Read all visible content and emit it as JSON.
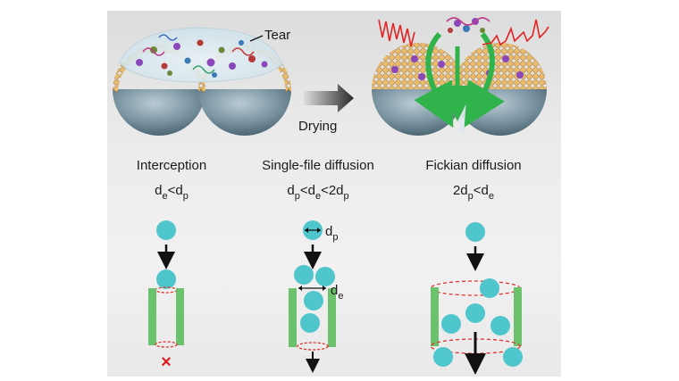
{
  "top": {
    "tear_label": "Tear",
    "drying_label": "Drying"
  },
  "mechanisms": [
    {
      "title": "Interception",
      "condition": {
        "a": "d",
        "a_sub": "e",
        "op1": "<",
        "b": "d",
        "b_sub": "p"
      }
    },
    {
      "title": "Single-file diffusion",
      "condition": {
        "a": "d",
        "a_sub": "p",
        "op1": "<",
        "b": "d",
        "b_sub": "e",
        "op2": "<",
        "c": "2d",
        "c_sub": "p"
      },
      "annotations": {
        "particle": "d",
        "particle_sub": "p",
        "pore": "d",
        "pore_sub": "e"
      }
    },
    {
      "title": "Fickian diffusion",
      "condition": {
        "a": "2d",
        "a_sub": "p",
        "op1": "<",
        "b": "d",
        "b_sub": "e"
      }
    }
  ],
  "block_symbol": "×",
  "colors": {
    "particle": "#4fc6cc",
    "channel": "#6cc26c",
    "dashed_ring": "#e0332b",
    "arrow": "#111111",
    "nanoparticle_shell": "#d9a85c",
    "hemisphere": "#7d99a8",
    "flow_arrow": "#2fb34a",
    "signal_line": "#e52222",
    "block_mark": "#e02020"
  }
}
